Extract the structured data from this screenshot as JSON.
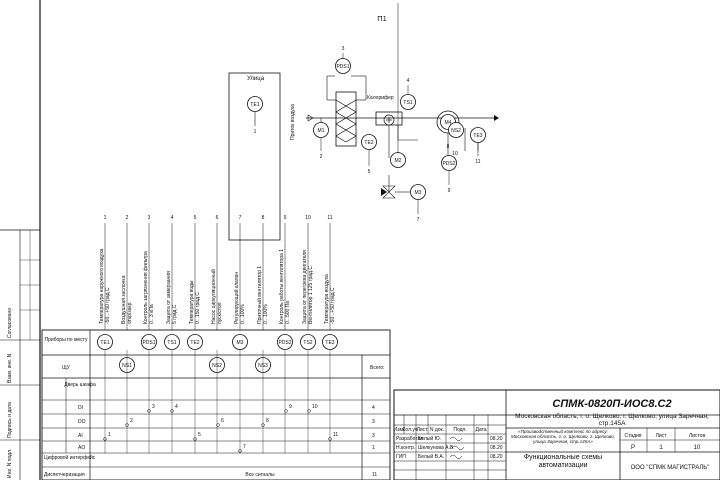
{
  "sheet_label": "П1",
  "outdoor": {
    "label": "Улица",
    "sensor": "TE1",
    "callout": "1"
  },
  "duct": {
    "inlet_label": "Приток воздуха",
    "heater_label": "Калорифер",
    "instruments": [
      {
        "tag": "PDS1",
        "callout": "3"
      },
      {
        "tag": "TS1",
        "callout": "4"
      },
      {
        "tag": "M1",
        "callout": "2"
      },
      {
        "tag": "TE2",
        "callout": "5"
      },
      {
        "tag": "M4",
        "callout": ""
      },
      {
        "tag": "NS2",
        "callout": ""
      },
      {
        "tag": "TE3",
        "callout": "11"
      },
      {
        "tag": "PDS2",
        "callout": "9"
      },
      {
        "tag": "M2",
        "callout": "6"
      },
      {
        "tag": "M3",
        "callout": "7"
      },
      {
        "tag": "8",
        "callout": ""
      },
      {
        "tag": "10",
        "callout": ""
      }
    ]
  },
  "columns": [
    {
      "num": "1",
      "desc": "Температура наружного воздуха",
      "range": "-50...+50 град.С"
    },
    {
      "num": "2",
      "desc": "Воздушная заслонка",
      "range": "откр/закр"
    },
    {
      "num": "3",
      "desc": "Контроль загрязнения фильтра",
      "range": "0...3 кПа"
    },
    {
      "num": "4",
      "desc": "Защита от замерзания",
      "range": "5 град.С"
    },
    {
      "num": "5",
      "desc": "Температура воды",
      "range": "0...150 град.С"
    },
    {
      "num": "6",
      "desc": "Насос циркуляционный",
      "range": "пуск/стоп"
    },
    {
      "num": "7",
      "desc": "Регулирующий клапан",
      "range": "0...100%"
    },
    {
      "num": "8",
      "desc": "Приточный вентилятор 1",
      "range": "0...100%"
    },
    {
      "num": "9",
      "desc": "Контроль работы вентилятора 1",
      "range": "0...500 Па"
    },
    {
      "num": "10",
      "desc": "Защита от перегрева двигателя",
      "range": "Вентилятор 1 125 град.С"
    },
    {
      "num": "11",
      "desc": "Температура воздуха",
      "range": "-50...+50 град.С"
    }
  ],
  "table": {
    "row_instruments": "Приборы по месту",
    "row_shu": "ЩУ",
    "row_door": "Дверь шкафа",
    "row_di": "DI",
    "row_do": "DO",
    "row_ai": "AI",
    "row_ao": "AO",
    "row_digital": "Цифровой интерфейс",
    "row_dispatch": "Диспетчеризация",
    "total_header": "Всего:",
    "totals": {
      "di": "4",
      "do": "3",
      "ai": "3",
      "ao": "1",
      "dispatch": "11"
    },
    "dispatch_value": "Все сигналы",
    "field_tags": [
      "TE1",
      "PDS1",
      "TS1",
      "TE2",
      "M3",
      "PDS2",
      "TS2",
      "TE3"
    ],
    "shu_tags": [
      "NS1",
      "NS2",
      "NS3"
    ],
    "signal_numbers": {
      "di": [
        "3",
        "4",
        "9",
        "10"
      ],
      "do": [
        "2",
        "6",
        "8"
      ],
      "ai": [
        "1",
        "5",
        "11"
      ],
      "ao": [
        "7"
      ]
    }
  },
  "side_labels": [
    "Согласовано",
    "Взам. инв. N",
    "Подпись и дата",
    "Инв. N подл."
  ],
  "title_block": {
    "doc_code": "СПМК-0820П-ИОС8.С2",
    "address": "Московская область, г. о. Щелково, г. Щелково, улица Заречная, стр.145А",
    "headers": [
      "Изм.",
      "Кол.уч",
      "Лист",
      "N док.",
      "Подп.",
      "Дата"
    ],
    "people": [
      {
        "role": "Разработал",
        "name": "Белый Ю.",
        "date": "08.20"
      },
      {
        "role": "Н.контр.",
        "name": "Шелкунова А.В.",
        "date": "08.20"
      },
      {
        "role": "ГИП",
        "name": "Белый В.А.",
        "date": "08.20"
      }
    ],
    "object": "«Производственный комплекс по адресу: Московская область, г. о. Щелково, г. Щелково, улица Заречная, стр.145А»",
    "sheet_title": "Функциональные схемы автоматизации",
    "stage_header": "Стадия",
    "sheet_header": "Лист",
    "sheets_header": "Листов",
    "stage": "Р",
    "sheet": "1",
    "sheets": "10",
    "company": "ООО \"СПМК МАГИСТРАЛЬ\""
  }
}
